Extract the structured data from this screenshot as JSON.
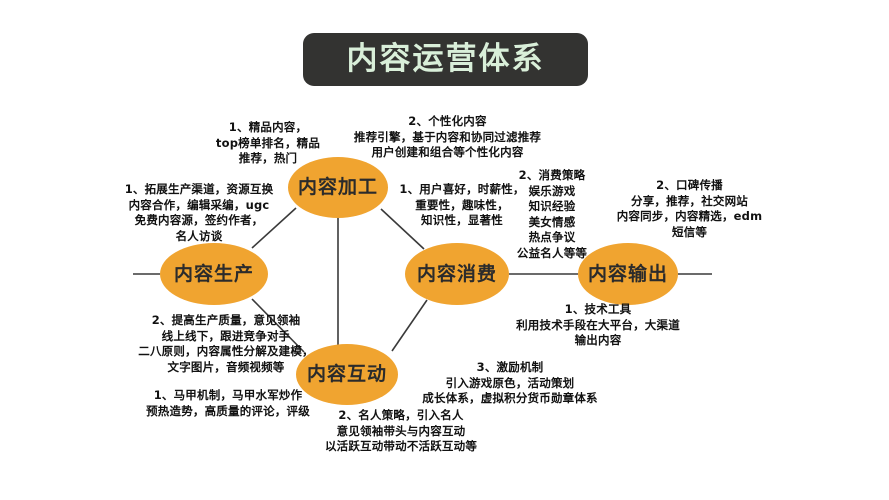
{
  "page": {
    "title": "内容运营体系",
    "background_color": "#ffffff",
    "title_plate_color": "#333331",
    "title_text_color": "#d9efd9",
    "node_color": "#f0a430",
    "node_text_color": "#2b2b2b",
    "line_color": "#3a3a3a"
  },
  "nodes": {
    "jiagong": "内容加工",
    "shengchan": "内容生产",
    "xiaofei": "内容消费",
    "shuchu": "内容输出",
    "hudong": "内容互动"
  },
  "notes": {
    "n1": "1、精品内容，\ntop榜单排名，精品\n推荐，热门",
    "n2": "2、个性化内容\n推荐引擎，基于内容和协同过滤推荐\n用户创建和组合等个性化内容",
    "n3": "1、拓展生产渠道，资源互换\n内容合作，编辑采编，ugc\n免费内容源，签约作者，\n名人访谈",
    "n4": "1、用户喜好，时薪性，\n重要性，趣味性，\n知识性，显著性",
    "n5": "2、消费策略\n娱乐游戏\n知识经验\n美女情感\n热点争议\n公益名人等等",
    "n6": "2、口碑传播\n分享，推荐，社交网站\n内容同步，内容精选，edm\n短信等",
    "n7": "2、提高生产质量，意见领袖\n线上线下，跟进竞争对手\n二八原则，内容属性分解及建模，\n文字图片，音频视频等",
    "n8": "1、技术工具\n利用技术手段在大平台，大渠道\n输出内容",
    "n9": "1、马甲机制，马甲水军炒作\n预热造势，高质量的评论，评级",
    "n10": "3、激励机制\n引入游戏原色，活动策划\n成长体系，虚拟积分货币勋章体系",
    "n11": "2、名人策略，引入名人\n意见领袖带头与内容互动\n以活跃互动带动不活跃互动等"
  }
}
